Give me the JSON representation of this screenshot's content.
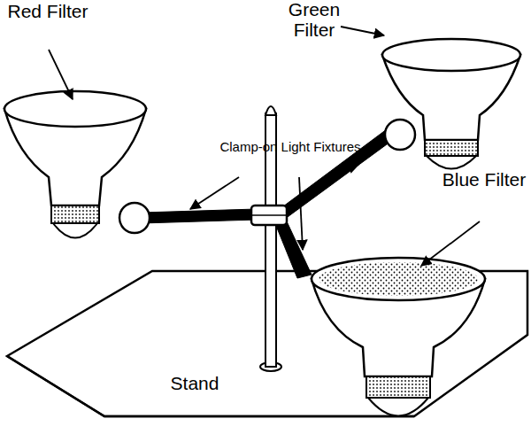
{
  "diagram": {
    "labels": [
      "Red Filter",
      "Green Filter",
      "Clamp-on Light Fixtures",
      "Blue Filter",
      "Stand"
    ]
  }
}
